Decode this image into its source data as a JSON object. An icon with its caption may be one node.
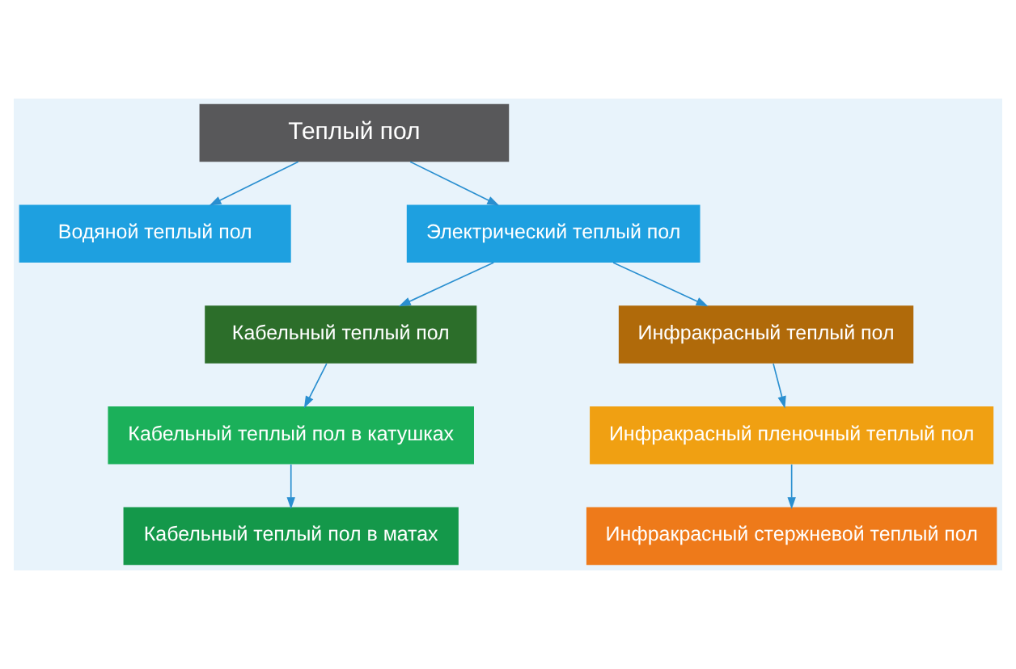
{
  "diagram": {
    "nodes": [
      {
        "text": [
          "Теплый пол"
        ]
      },
      {
        "text": [
          "Водяной теплый пол"
        ]
      },
      {
        "text": [
          "Электрический теплый пол"
        ]
      },
      {
        "text": [
          "Кабельный теплый пол"
        ]
      },
      {
        "text": [
          "Инфракрасный теплый пол"
        ]
      },
      {
        "text": [
          "Кабельный теплый пол в катушках"
        ]
      },
      {
        "text": [
          "Инфракрасный пленочный теплый пол"
        ]
      },
      {
        "text": [
          "Кабельный теплый пол в матах"
        ]
      },
      {
        "text": [
          "Инфракрасный стержневой теплый пол"
        ]
      }
    ],
    "edges": [
      {
        "from": 0,
        "to": 1,
        "arrow": "to"
      },
      {
        "from": 0,
        "to": 2,
        "arrow": "to"
      },
      {
        "from": 2,
        "to": 3,
        "arrow": "to"
      },
      {
        "from": 2,
        "to": 4,
        "arrow": "to"
      },
      {
        "from": 3,
        "to": 5,
        "arrow": "to"
      },
      {
        "from": 5,
        "to": 7,
        "arrow": "to"
      },
      {
        "from": 4,
        "to": 6,
        "arrow": "to"
      },
      {
        "from": 6,
        "to": 8,
        "arrow": "to"
      }
    ]
  }
}
